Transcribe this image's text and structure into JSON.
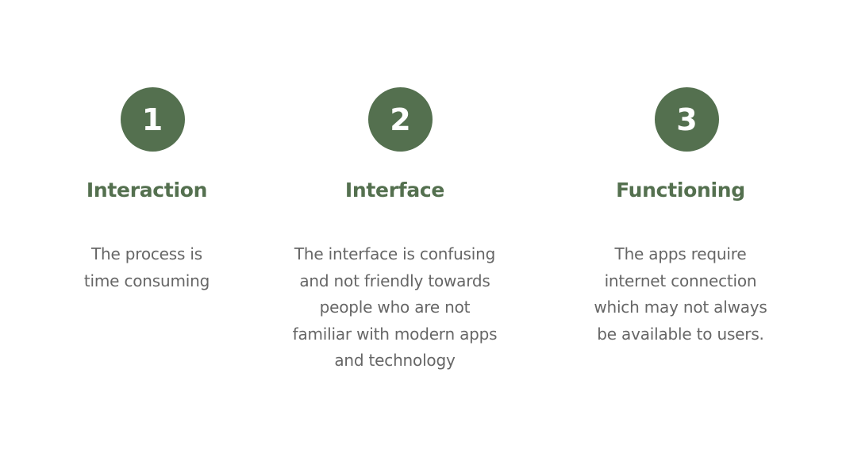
{
  "theme": {
    "accent": "#54704f",
    "text_muted": "#666666",
    "background": "#ffffff"
  },
  "steps": [
    {
      "number": "1",
      "title": "Interaction",
      "description_lines": [
        "The process is",
        "time consuming"
      ]
    },
    {
      "number": "2",
      "title": "Interface",
      "description_lines": [
        "The interface is confusing",
        "and not friendly towards",
        "people who are not",
        "familiar with modern apps",
        "and technology"
      ]
    },
    {
      "number": "3",
      "title": "Functioning",
      "description_lines": [
        "The apps require",
        "internet connection",
        "which may not always",
        "be available to users."
      ]
    }
  ]
}
